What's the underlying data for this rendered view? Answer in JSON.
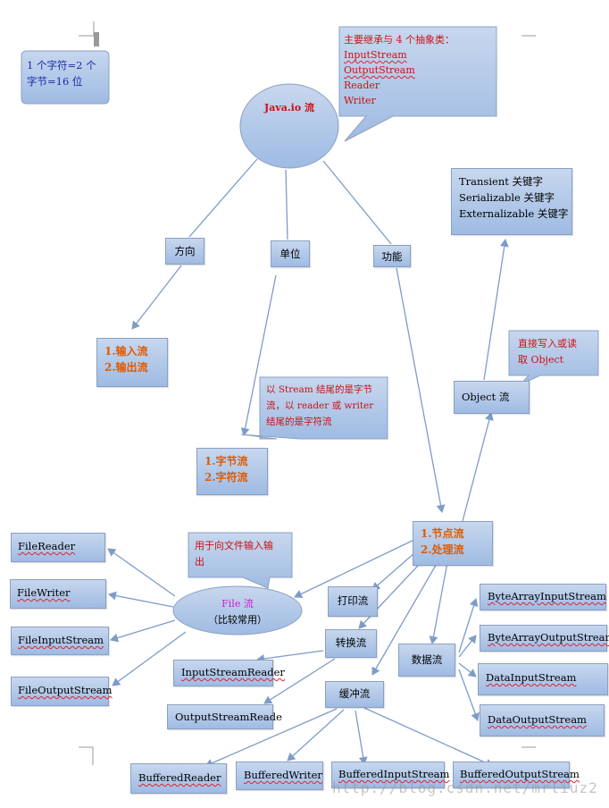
{
  "center": {
    "label": "Java.io 流"
  },
  "note_chars": {
    "line1": "1 个字符=2 个",
    "line2": "字节=16 位"
  },
  "abstract_note": {
    "title": "主要继承与 4 个抽象类：",
    "items": [
      "InputStream",
      "OutputStream",
      "Reader",
      "Writer"
    ]
  },
  "categories": {
    "direction": "方向",
    "unit": "单位",
    "function": "功能"
  },
  "direction_result": {
    "line1": "1.输入流",
    "line2": "2.输出流"
  },
  "unit_note": {
    "line1": "以 Stream 结尾的是字节",
    "line2": "流，以 reader 或 writer",
    "line3": "结尾的是字符流"
  },
  "unit_result": {
    "line1": "1.字节流",
    "line2": "2.字符流"
  },
  "function_result": {
    "line1": "1.节点流",
    "line2": "2.处理流"
  },
  "keywords": {
    "items": [
      "Transient 关键字",
      "Serializable 关键字",
      "Externalizable 关键字"
    ]
  },
  "object_note": {
    "line1": "直接写入或读",
    "line2": "取 Object"
  },
  "object_stream": {
    "label": "Object 流"
  },
  "file_note": {
    "line1": "用于向文件输入输",
    "line2": "出"
  },
  "file_stream": {
    "line1": "File 流",
    "line2": "（比较常用）"
  },
  "file_classes": [
    "FileReader",
    "FileWriter",
    "FileInputStream",
    "FileOutputStream"
  ],
  "print_stream": {
    "label": "打印流"
  },
  "convert_stream": {
    "label": "转换流"
  },
  "convert_classes": [
    "InputStreamReader",
    "OutputStreamReade"
  ],
  "buffer_stream": {
    "label": "缓冲流"
  },
  "buffer_classes": [
    "BufferedReader",
    "BufferedWriter",
    "BufferedInputStream",
    "BufferedOutputStream"
  ],
  "data_stream": {
    "label": "数据流"
  },
  "data_classes": [
    "ByteArrayInputStream",
    "ByteArrayOutputStream",
    "DataInputStream",
    "DataOutputStream"
  ],
  "watermark": "http://blog.csdn.net/mrliuz2",
  "colors": {
    "box_top": "#c7d7ee",
    "box_bottom": "#9fbbe3",
    "arrow": "#7d9cc8",
    "note_red": "#cc1111",
    "emph_orange": "#e05a00"
  }
}
